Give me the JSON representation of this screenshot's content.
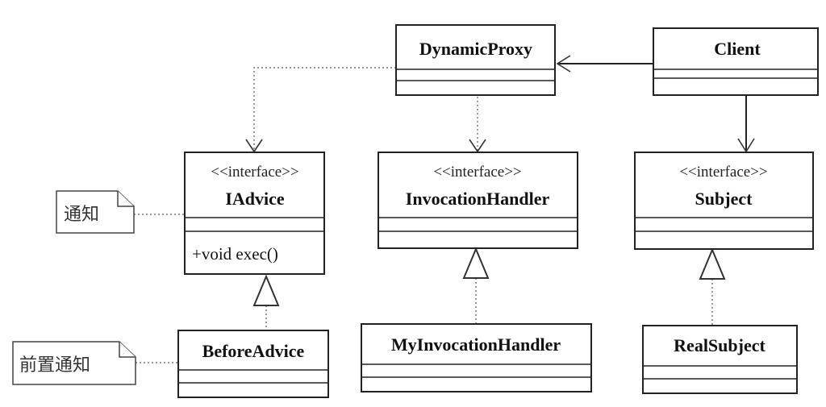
{
  "diagram": {
    "classes": {
      "dynamic_proxy": {
        "name": "DynamicProxy"
      },
      "client": {
        "name": "Client"
      },
      "iadvice": {
        "stereotype": "<<interface>>",
        "name": "IAdvice",
        "method": "+void exec()"
      },
      "invocation_handler": {
        "stereotype": "<<interface>>",
        "name": "InvocationHandler"
      },
      "subject": {
        "stereotype": "<<interface>>",
        "name": "Subject"
      },
      "before_advice": {
        "name": "BeforeAdvice"
      },
      "my_invocation_handler": {
        "name": "MyInvocationHandler"
      },
      "real_subject": {
        "name": "RealSubject"
      }
    },
    "notes": {
      "advice_note": "通知",
      "before_advice_note": "前置通知"
    },
    "colors": {
      "line": "#222222",
      "dotted": "#777777",
      "background": "#ffffff"
    }
  }
}
